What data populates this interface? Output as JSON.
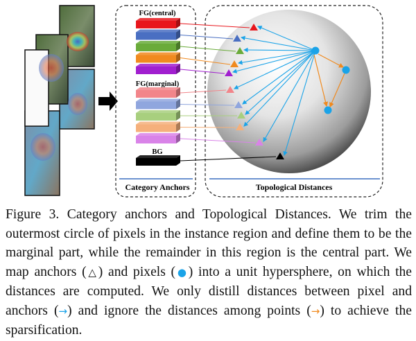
{
  "figure": {
    "anchors_panel_title": "Category Anchors",
    "distances_panel_title": "Topological Distances",
    "group_central": "FG(central)",
    "group_marginal": "FG(marginal)",
    "group_bg": "BG",
    "colors": {
      "anchor_central": [
        "#e8161c",
        "#4a6fc2",
        "#6aab3a",
        "#f08a1f",
        "#a11fcf"
      ],
      "anchor_marginal": [
        "#f2858a",
        "#90a6de",
        "#a8cf7e",
        "#f5b07b",
        "#d983e8"
      ],
      "anchor_bg": "#000000",
      "pixel": "#1aa3e8",
      "point_link": "#f08a1f",
      "panel_border": "#222222",
      "panel_divider": "#3b6fc0"
    }
  },
  "caption": {
    "label": "Figure 3.",
    "text1": "Category anchors and Topological Distances. We trim the outermost circle of pixels in the instance region and define them to be the marginal part, while the remainder in this region is the central part. We map anchors (",
    "anchor_symbol": "△",
    "text2": ") and pixels (",
    "pixel_symbol": "●",
    "text3": ") into a unit hypersphere, on which the distances are computed. We only distill distances between pixel and anchors (",
    "arrow_symbol": "→",
    "text4": ") and ignore the distances among points (",
    "text5": ") to achieve the sparsification."
  }
}
